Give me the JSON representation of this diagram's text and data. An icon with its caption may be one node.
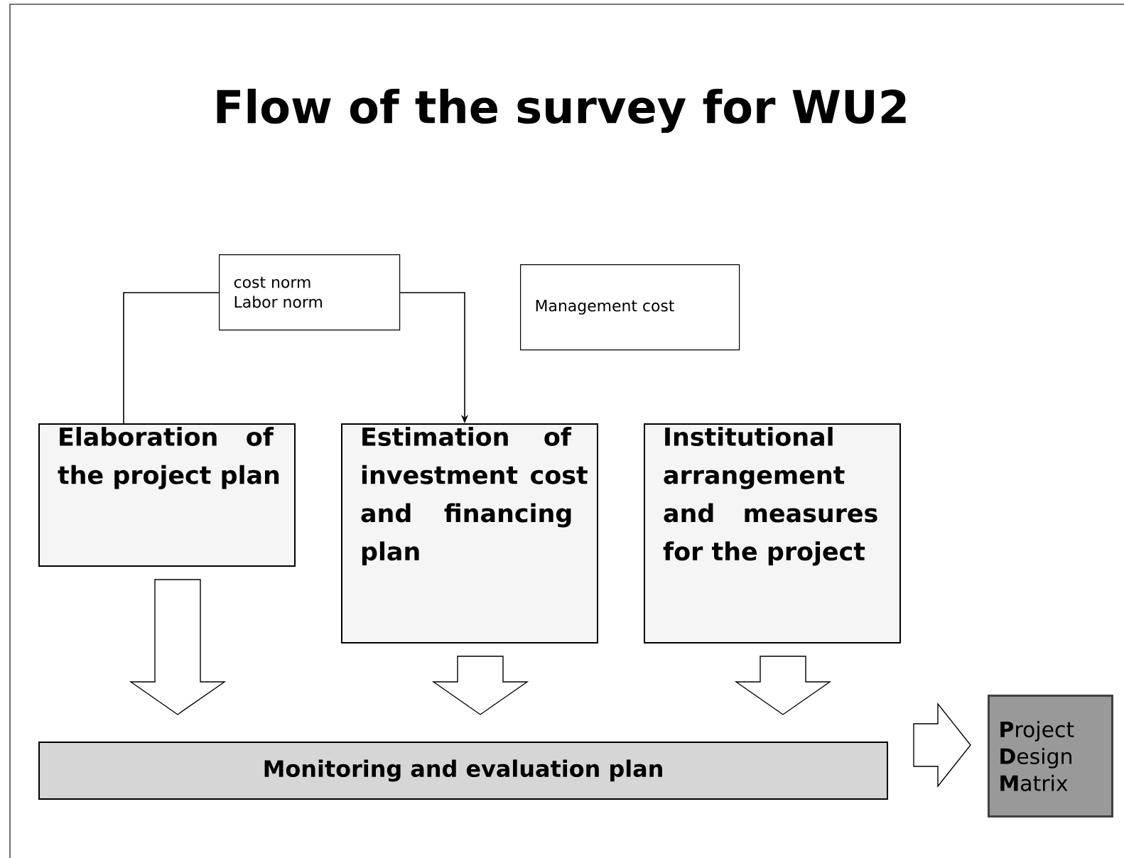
{
  "diagram": {
    "title": "Flow of the survey for WU2",
    "nodes": [
      {
        "text": [
          "cost norm",
          "Labor norm"
        ]
      },
      {
        "text": [
          "Management cost"
        ]
      },
      {
        "text": [
          "Elaboration of the project plan"
        ]
      },
      {
        "text": [
          "Estimation of investment cost and financing plan"
        ]
      },
      {
        "text": [
          "Institutional arrangement and measures for the project"
        ]
      },
      {
        "text": [
          "Monitoring and evaluation plan"
        ]
      },
      {
        "text": [
          "**P**roject **D**esign **M**atrix"
        ]
      }
    ],
    "edges": [
      {
        "from": 0,
        "to": 2,
        "arrow": "none"
      },
      {
        "from": 0,
        "to": 3,
        "arrow": "to"
      },
      {
        "from": 2,
        "to": 5,
        "arrow": "to",
        "style": "thick"
      },
      {
        "from": 3,
        "to": 5,
        "arrow": "to",
        "style": "thick"
      },
      {
        "from": 4,
        "to": 5,
        "arrow": "to",
        "style": "thick"
      },
      {
        "from": 5,
        "to": 6,
        "arrow": "to",
        "style": "thick"
      }
    ]
  }
}
